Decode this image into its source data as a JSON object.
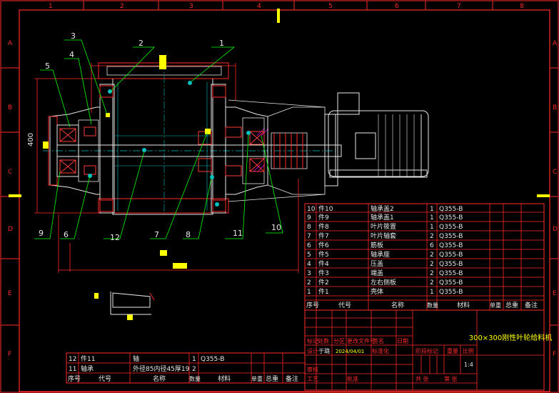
{
  "frame": {
    "row_letters": [
      "A",
      "B",
      "C",
      "D",
      "E",
      "F"
    ],
    "col_numbers": [
      "1",
      "2",
      "3",
      "4",
      "5",
      "6",
      "7",
      "8"
    ]
  },
  "dimensions": {
    "height_label": "400"
  },
  "balloons": [
    "1",
    "2",
    "3",
    "4",
    "5",
    "6",
    "7",
    "8",
    "9",
    "10",
    "11",
    "12"
  ],
  "bom": {
    "rows": [
      {
        "no": "10",
        "code": "件10",
        "name": "轴承盖2",
        "qty": "1",
        "material": "Q355-B"
      },
      {
        "no": "9",
        "code": "件9",
        "name": "轴承盖1",
        "qty": "1",
        "material": "Q355-B"
      },
      {
        "no": "8",
        "code": "件8",
        "name": "叶片筱置",
        "qty": "1",
        "material": "Q355-B"
      },
      {
        "no": "7",
        "code": "件7",
        "name": "叶片轴套",
        "qty": "2",
        "material": "Q355-B"
      },
      {
        "no": "6",
        "code": "件6",
        "name": "筋板",
        "qty": "6",
        "material": "Q355-B"
      },
      {
        "no": "5",
        "code": "件5",
        "name": "轴承座",
        "qty": "2",
        "material": "Q355-B"
      },
      {
        "no": "4",
        "code": "件4",
        "name": "压盖",
        "qty": "2",
        "material": "Q355-B"
      },
      {
        "no": "3",
        "code": "件3",
        "name": "端盖",
        "qty": "2",
        "material": "Q355-B"
      },
      {
        "no": "2",
        "code": "件2",
        "name": "左右侧板",
        "qty": "2",
        "material": "Q355-B"
      },
      {
        "no": "1",
        "code": "件1",
        "name": "壳体",
        "qty": "1",
        "material": "Q355-B"
      }
    ],
    "header": {
      "no": "序号",
      "code": "代号",
      "name": "名称",
      "qty": "数量",
      "material": "材料",
      "unit": "单重",
      "total": "总重",
      "remark": "备注"
    }
  },
  "bom2": {
    "rows": [
      {
        "no": "12",
        "code": "件11",
        "name": "轴",
        "qty": "1",
        "material": "Q355-B"
      },
      {
        "no": "11",
        "code": "轴承",
        "name": "外径85内径45厚19",
        "qty": "2",
        "material": ""
      }
    ],
    "header": {
      "no": "序号",
      "code": "代号",
      "name": "名称",
      "qty": "数量",
      "material": "材料",
      "unit": "单重",
      "total": "总重",
      "remark": "备注"
    }
  },
  "title_block": {
    "drawing_title": "300×300刚性叶轮给料机",
    "row1": [
      "标记",
      "处数",
      "分区",
      "更改文件号",
      "签名",
      "日期"
    ],
    "designer_label": "设计",
    "designer_name": "于璐",
    "date": "2024/04/01",
    "standardize": "标准化",
    "stage_label": "阶段标记",
    "weight_label": "重量",
    "scale_label": "比例",
    "scale": "1:4",
    "review": "审核",
    "process": "工艺",
    "approve": "批准",
    "sheet_total": "共 张",
    "sheet_no": "第 张"
  },
  "colors": {
    "frame": "#ff2a2a",
    "outline": "#e8e8e8",
    "hidden": "#ff2a2a",
    "center": "#00bfbf",
    "balloon_leader": "#00ff00",
    "marker": "#ffff00",
    "bearing": "#ff3b3b",
    "magenta": "#ff00ff"
  }
}
